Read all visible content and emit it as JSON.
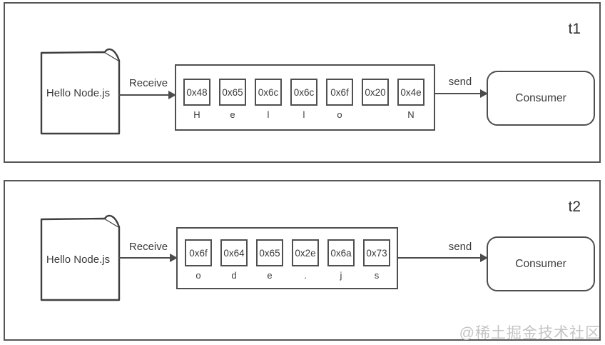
{
  "watermark": "@稀土掘金技术社区",
  "colors": {
    "stroke": "#4c4c4c",
    "text": "#3a3a3a",
    "watermark": "#c4c4c4"
  },
  "panels": [
    {
      "time_label": "t1",
      "source_label": "Hello Node.js",
      "receive_label": "Receive",
      "send_label": "send",
      "consumer_label": "Consumer",
      "buffer": [
        {
          "hex": "0x48",
          "char": "H"
        },
        {
          "hex": "0x65",
          "char": "e"
        },
        {
          "hex": "0x6c",
          "char": "l"
        },
        {
          "hex": "0x6c",
          "char": "l"
        },
        {
          "hex": "0x6f",
          "char": "o"
        },
        {
          "hex": "0x20",
          "char": ""
        },
        {
          "hex": "0x4e",
          "char": "N"
        }
      ]
    },
    {
      "time_label": "t2",
      "source_label": "Hello Node.js",
      "receive_label": "Receive",
      "send_label": "send",
      "consumer_label": "Consumer",
      "buffer": [
        {
          "hex": "0x6f",
          "char": "o"
        },
        {
          "hex": "0x64",
          "char": "d"
        },
        {
          "hex": "0x65",
          "char": "e"
        },
        {
          "hex": "0x2e",
          "char": "."
        },
        {
          "hex": "0x6a",
          "char": "j"
        },
        {
          "hex": "0x73",
          "char": "s"
        }
      ]
    }
  ]
}
